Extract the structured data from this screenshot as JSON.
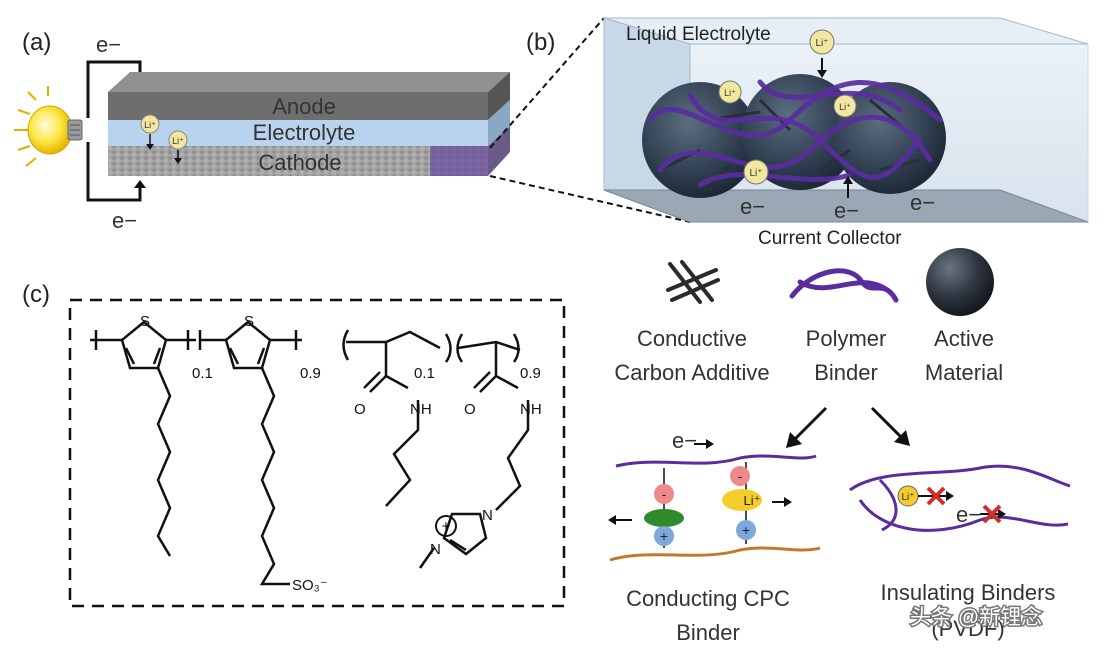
{
  "panels": {
    "a": "(a)",
    "b": "(b)",
    "c": "(c)"
  },
  "battery": {
    "anode": "Anode",
    "electrolyte": "Electrolyte",
    "cathode": "Cathode",
    "electron_top": "e−",
    "electron_bottom": "e−",
    "li_ion": "Li⁺"
  },
  "zoom": {
    "liquid_electrolyte": "Liquid Electrolyte",
    "current_collector": "Current Collector",
    "li_ion": "Li⁺",
    "electrons": [
      "e−",
      "e−",
      "e−"
    ]
  },
  "legend": {
    "carbon_line1": "Conductive",
    "carbon_line2": "Carbon Additive",
    "binder_line1": "Polymer",
    "binder_line2": "Binder",
    "active_line1": "Active",
    "active_line2": "Material"
  },
  "chemistry": {
    "sulfur": "S",
    "sub_a": "0.1",
    "sub_b": "0.9",
    "sub_c": "0.1",
    "sub_d": "0.9",
    "oxygen": "O",
    "nh": "NH",
    "nitrogen": "N",
    "sulfonate": "SO₃⁻",
    "plus": "+"
  },
  "binders": {
    "conducting_line1": "Conducting CPC",
    "conducting_line2": "Binder",
    "insulating_line1": "Insulating Binders",
    "insulating_line2": "(PVDF)",
    "electron": "e−",
    "li_ion": "Li⁺",
    "minus": "-",
    "plus": "+"
  },
  "watermark": "头条 @新锂念",
  "colors": {
    "binder_purple": "#5a2ca0",
    "anode_gray": "#6b6b6b",
    "electrolyte_blue": "#b9d3ee",
    "cathode_gray": "#9a9a9a",
    "li_yellow": "#f3e7a0",
    "cross_red": "#d0302a",
    "substrate_orange": "#c07a2e"
  }
}
